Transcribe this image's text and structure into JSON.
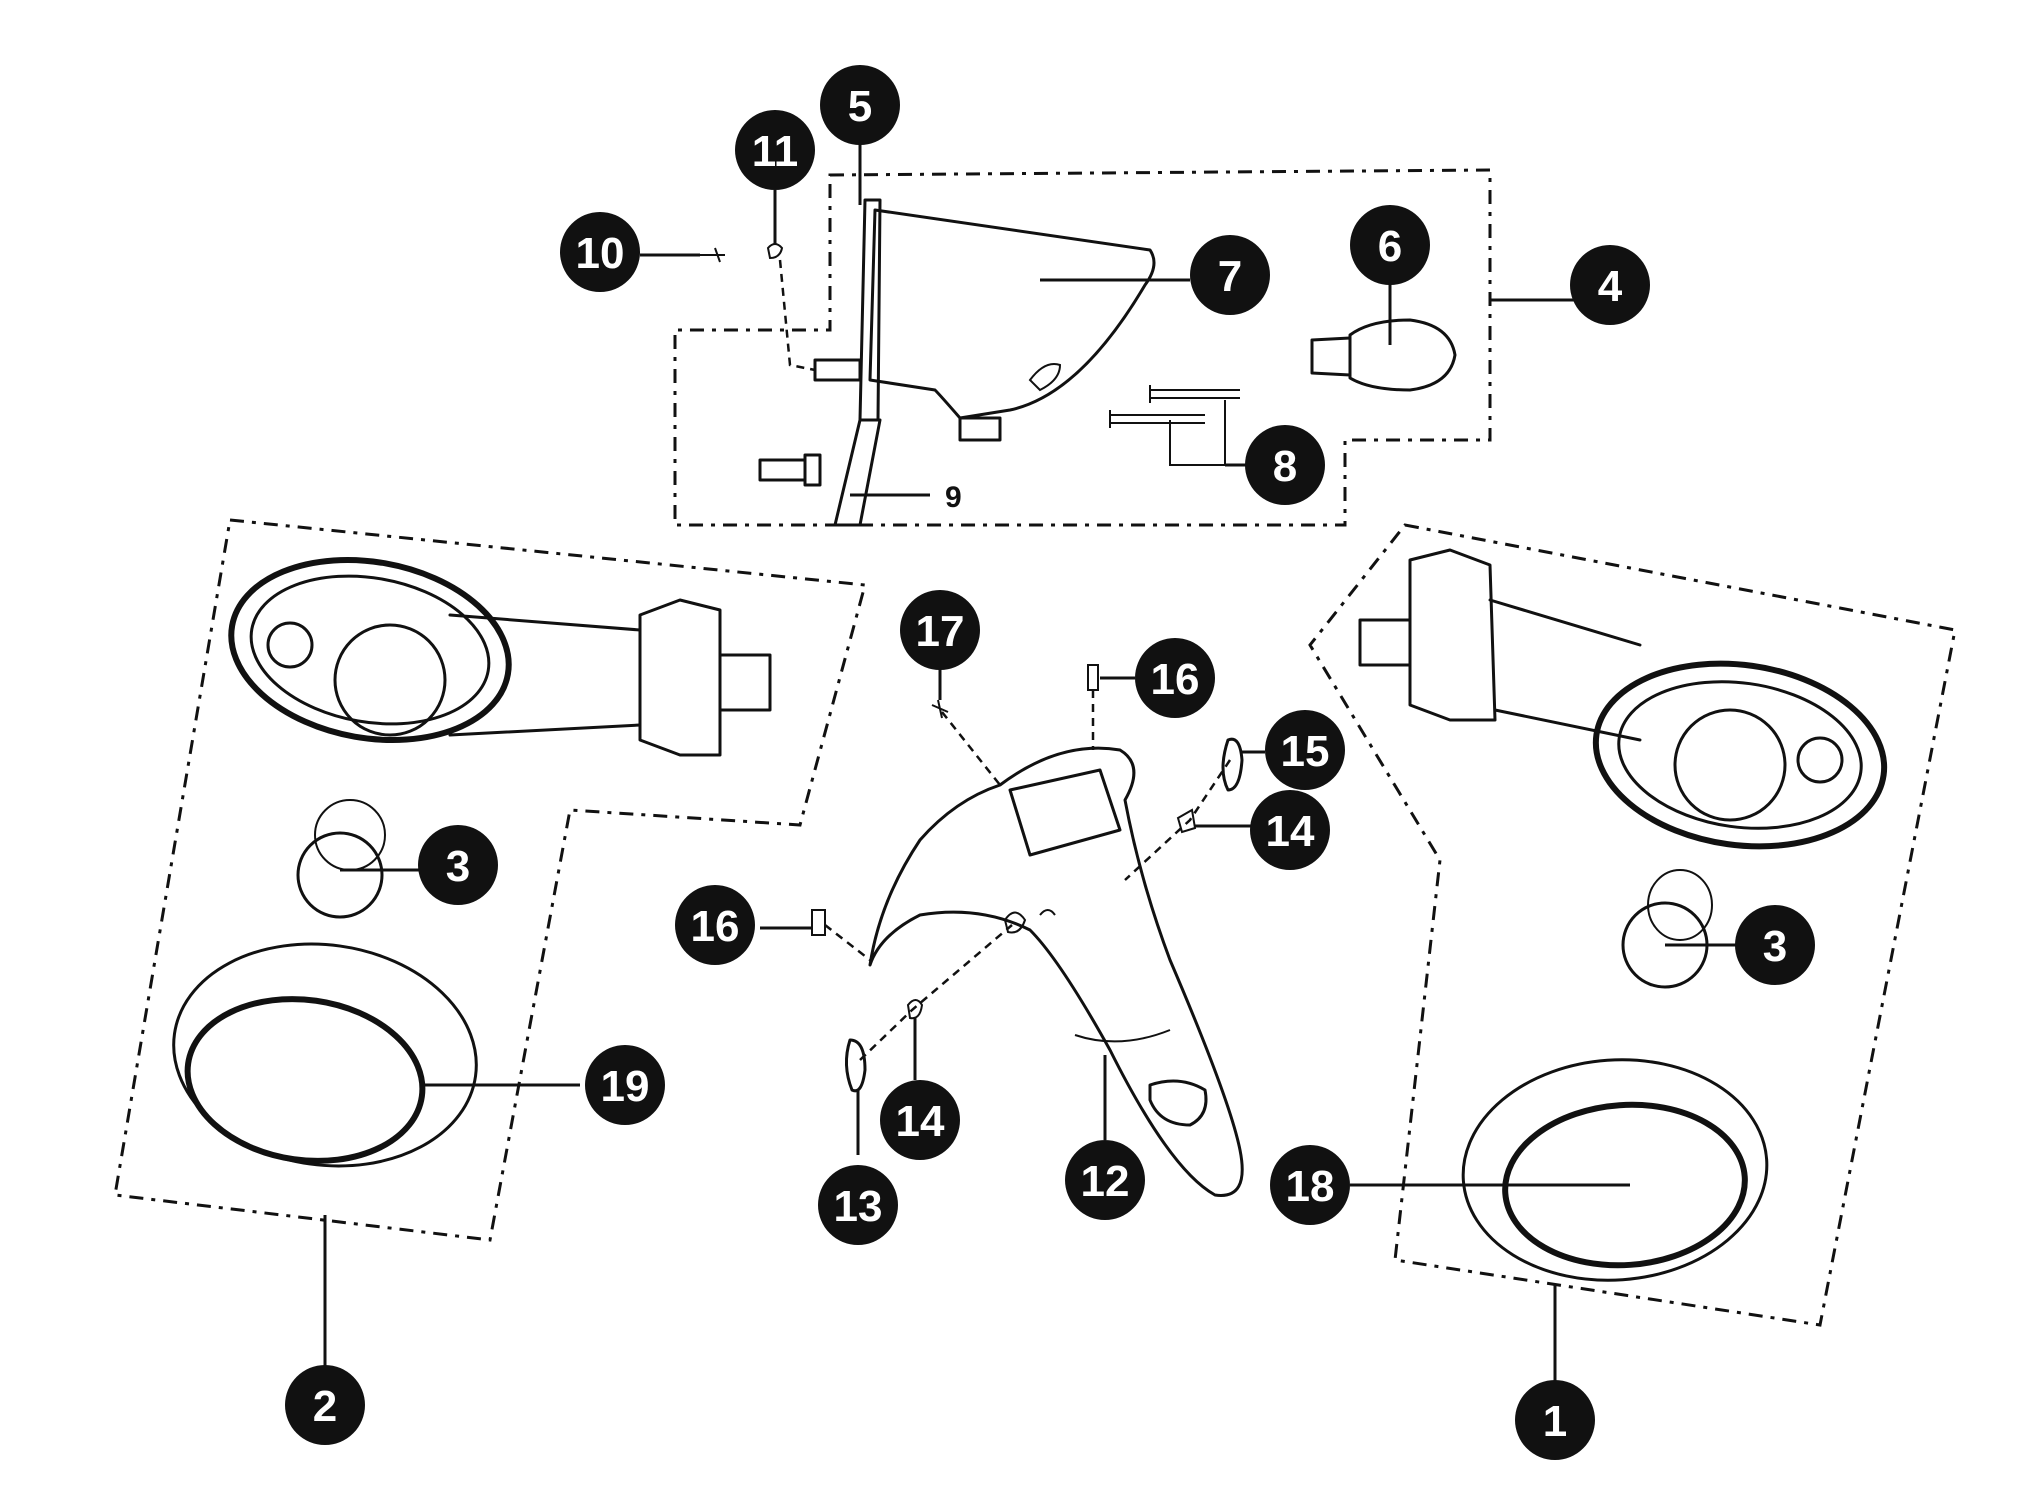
{
  "diagram": {
    "callouts": [
      {
        "id": "c1",
        "label": "1"
      },
      {
        "id": "c2",
        "label": "2"
      },
      {
        "id": "c3a",
        "label": "3"
      },
      {
        "id": "c3b",
        "label": "3"
      },
      {
        "id": "c4",
        "label": "4"
      },
      {
        "id": "c5",
        "label": "5"
      },
      {
        "id": "c6",
        "label": "6"
      },
      {
        "id": "c7",
        "label": "7"
      },
      {
        "id": "c8",
        "label": "8"
      },
      {
        "id": "c10",
        "label": "10"
      },
      {
        "id": "c11",
        "label": "11"
      },
      {
        "id": "c12",
        "label": "12"
      },
      {
        "id": "c13",
        "label": "13"
      },
      {
        "id": "c14a",
        "label": "14"
      },
      {
        "id": "c14b",
        "label": "14"
      },
      {
        "id": "c15",
        "label": "15"
      },
      {
        "id": "c16a",
        "label": "16"
      },
      {
        "id": "c16b",
        "label": "16"
      },
      {
        "id": "c17",
        "label": "17"
      },
      {
        "id": "c18",
        "label": "18"
      },
      {
        "id": "c19",
        "label": "19"
      }
    ],
    "plain_label": "9",
    "colors": {
      "ink": "#111111",
      "background": "#ffffff",
      "callout_fill": "#111111",
      "callout_text": "#ffffff"
    }
  }
}
